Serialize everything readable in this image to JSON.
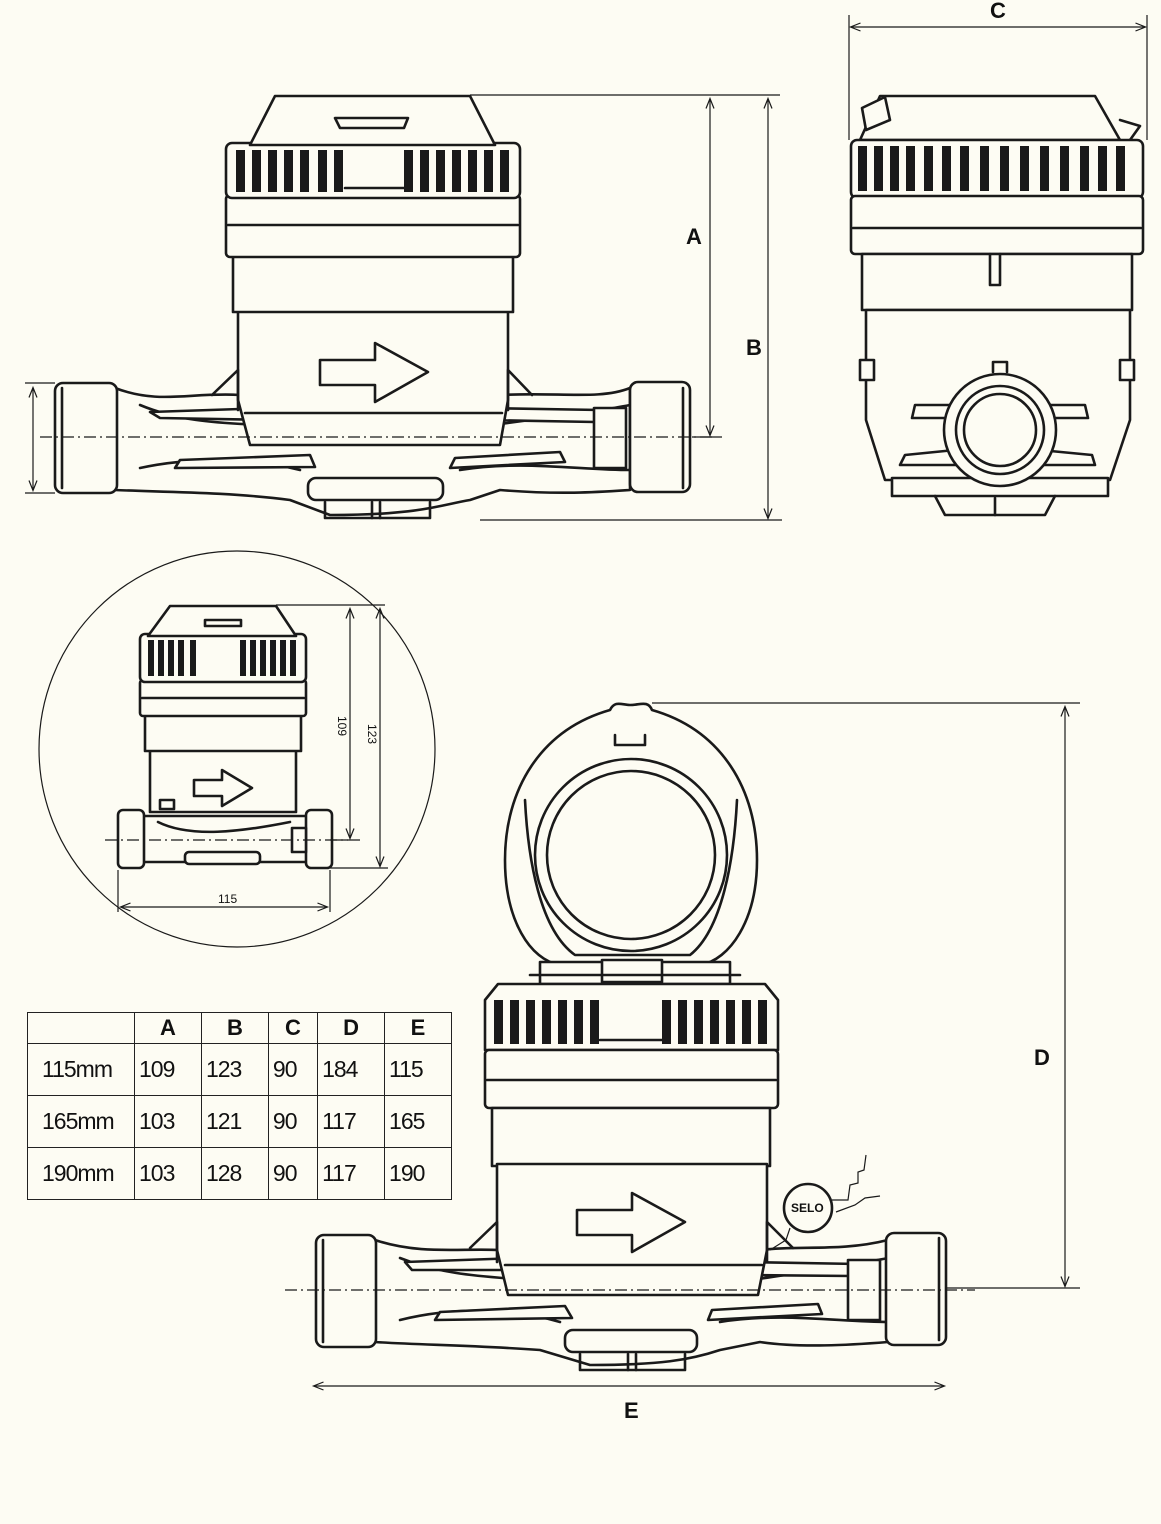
{
  "labels": {
    "a": "A",
    "b": "B",
    "c": "C",
    "d": "D",
    "e": "E",
    "selo": "SELO"
  },
  "inset_dimensions": {
    "height_inner": "109",
    "height_outer": "123",
    "width": "115"
  },
  "table": {
    "columns": [
      "",
      "A",
      "B",
      "C",
      "D",
      "E"
    ],
    "rows": [
      [
        "115mm",
        "109",
        "123",
        "90",
        "184",
        "115"
      ],
      [
        "165mm",
        "103",
        "121",
        "90",
        "117",
        "165"
      ],
      [
        "190mm",
        "103",
        "128",
        "90",
        "117",
        "190"
      ]
    ]
  }
}
